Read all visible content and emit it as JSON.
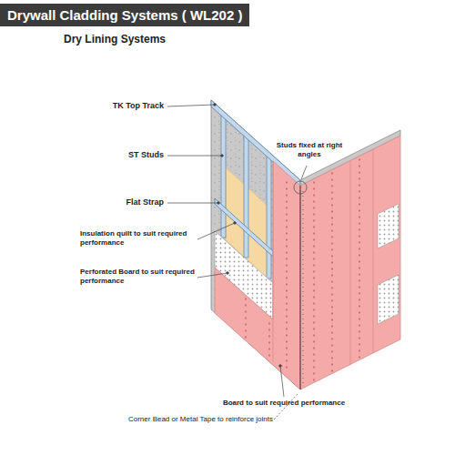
{
  "diagram": {
    "title": "Drywall Cladding Systems ( WL202 )",
    "labels": [
      "Dry Lining Systems",
      "TK Top Track",
      "ST Studs",
      "Flat Strap",
      "Insulation quilt to suit required performance",
      "Perforated Board to suit required performance",
      "Studs fixed at right angles",
      "Board to suit required performance",
      "Corner Bead or Metal Tape to reinforce joints"
    ]
  }
}
